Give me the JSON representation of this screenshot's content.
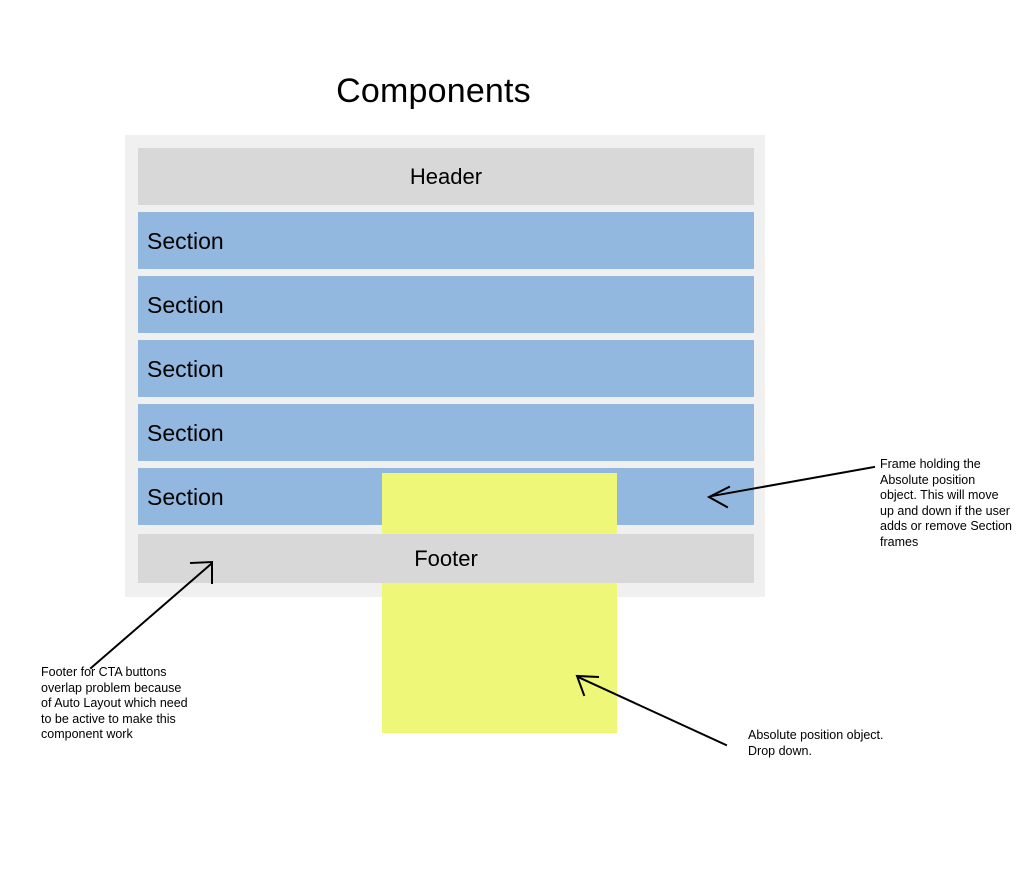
{
  "page": {
    "title": "Components",
    "background_color": "#ffffff"
  },
  "component_frame": {
    "name": "component-frame",
    "background_color": "#f0f0f0",
    "header": {
      "label": "Header",
      "color": "#d8d8d8",
      "align": "center"
    },
    "sections": [
      {
        "label": "Section",
        "color": "#92b8e0",
        "align": "left"
      },
      {
        "label": "Section",
        "color": "#92b8e0",
        "align": "left"
      },
      {
        "label": "Section",
        "color": "#92b8e0",
        "align": "left"
      },
      {
        "label": "Section",
        "color": "#92b8e0",
        "align": "left"
      },
      {
        "label": "Section",
        "color": "#92b8e0",
        "align": "left"
      }
    ],
    "footer": {
      "label": "Footer",
      "color": "#d8d8d8",
      "align": "center"
    }
  },
  "absolute_object": {
    "name": "absolute-position-object",
    "color": "#eff779"
  },
  "annotations": {
    "frame_holder": {
      "text": "Frame holding the Absolute position object. This will move up and down if the user adds or remove Section frames"
    },
    "footer_cta": {
      "text": "Footer for CTA buttons overlap problem because of Auto Layout which need to be active to make this component work"
    },
    "absolute_object": {
      "text": "Absolute position object. Drop down."
    }
  },
  "colors": {
    "section_blue": "#92b8e0",
    "bar_gray": "#d8d8d8",
    "frame_gray": "#f0f0f0",
    "object_yellow": "#eff779",
    "ink": "#000000"
  }
}
